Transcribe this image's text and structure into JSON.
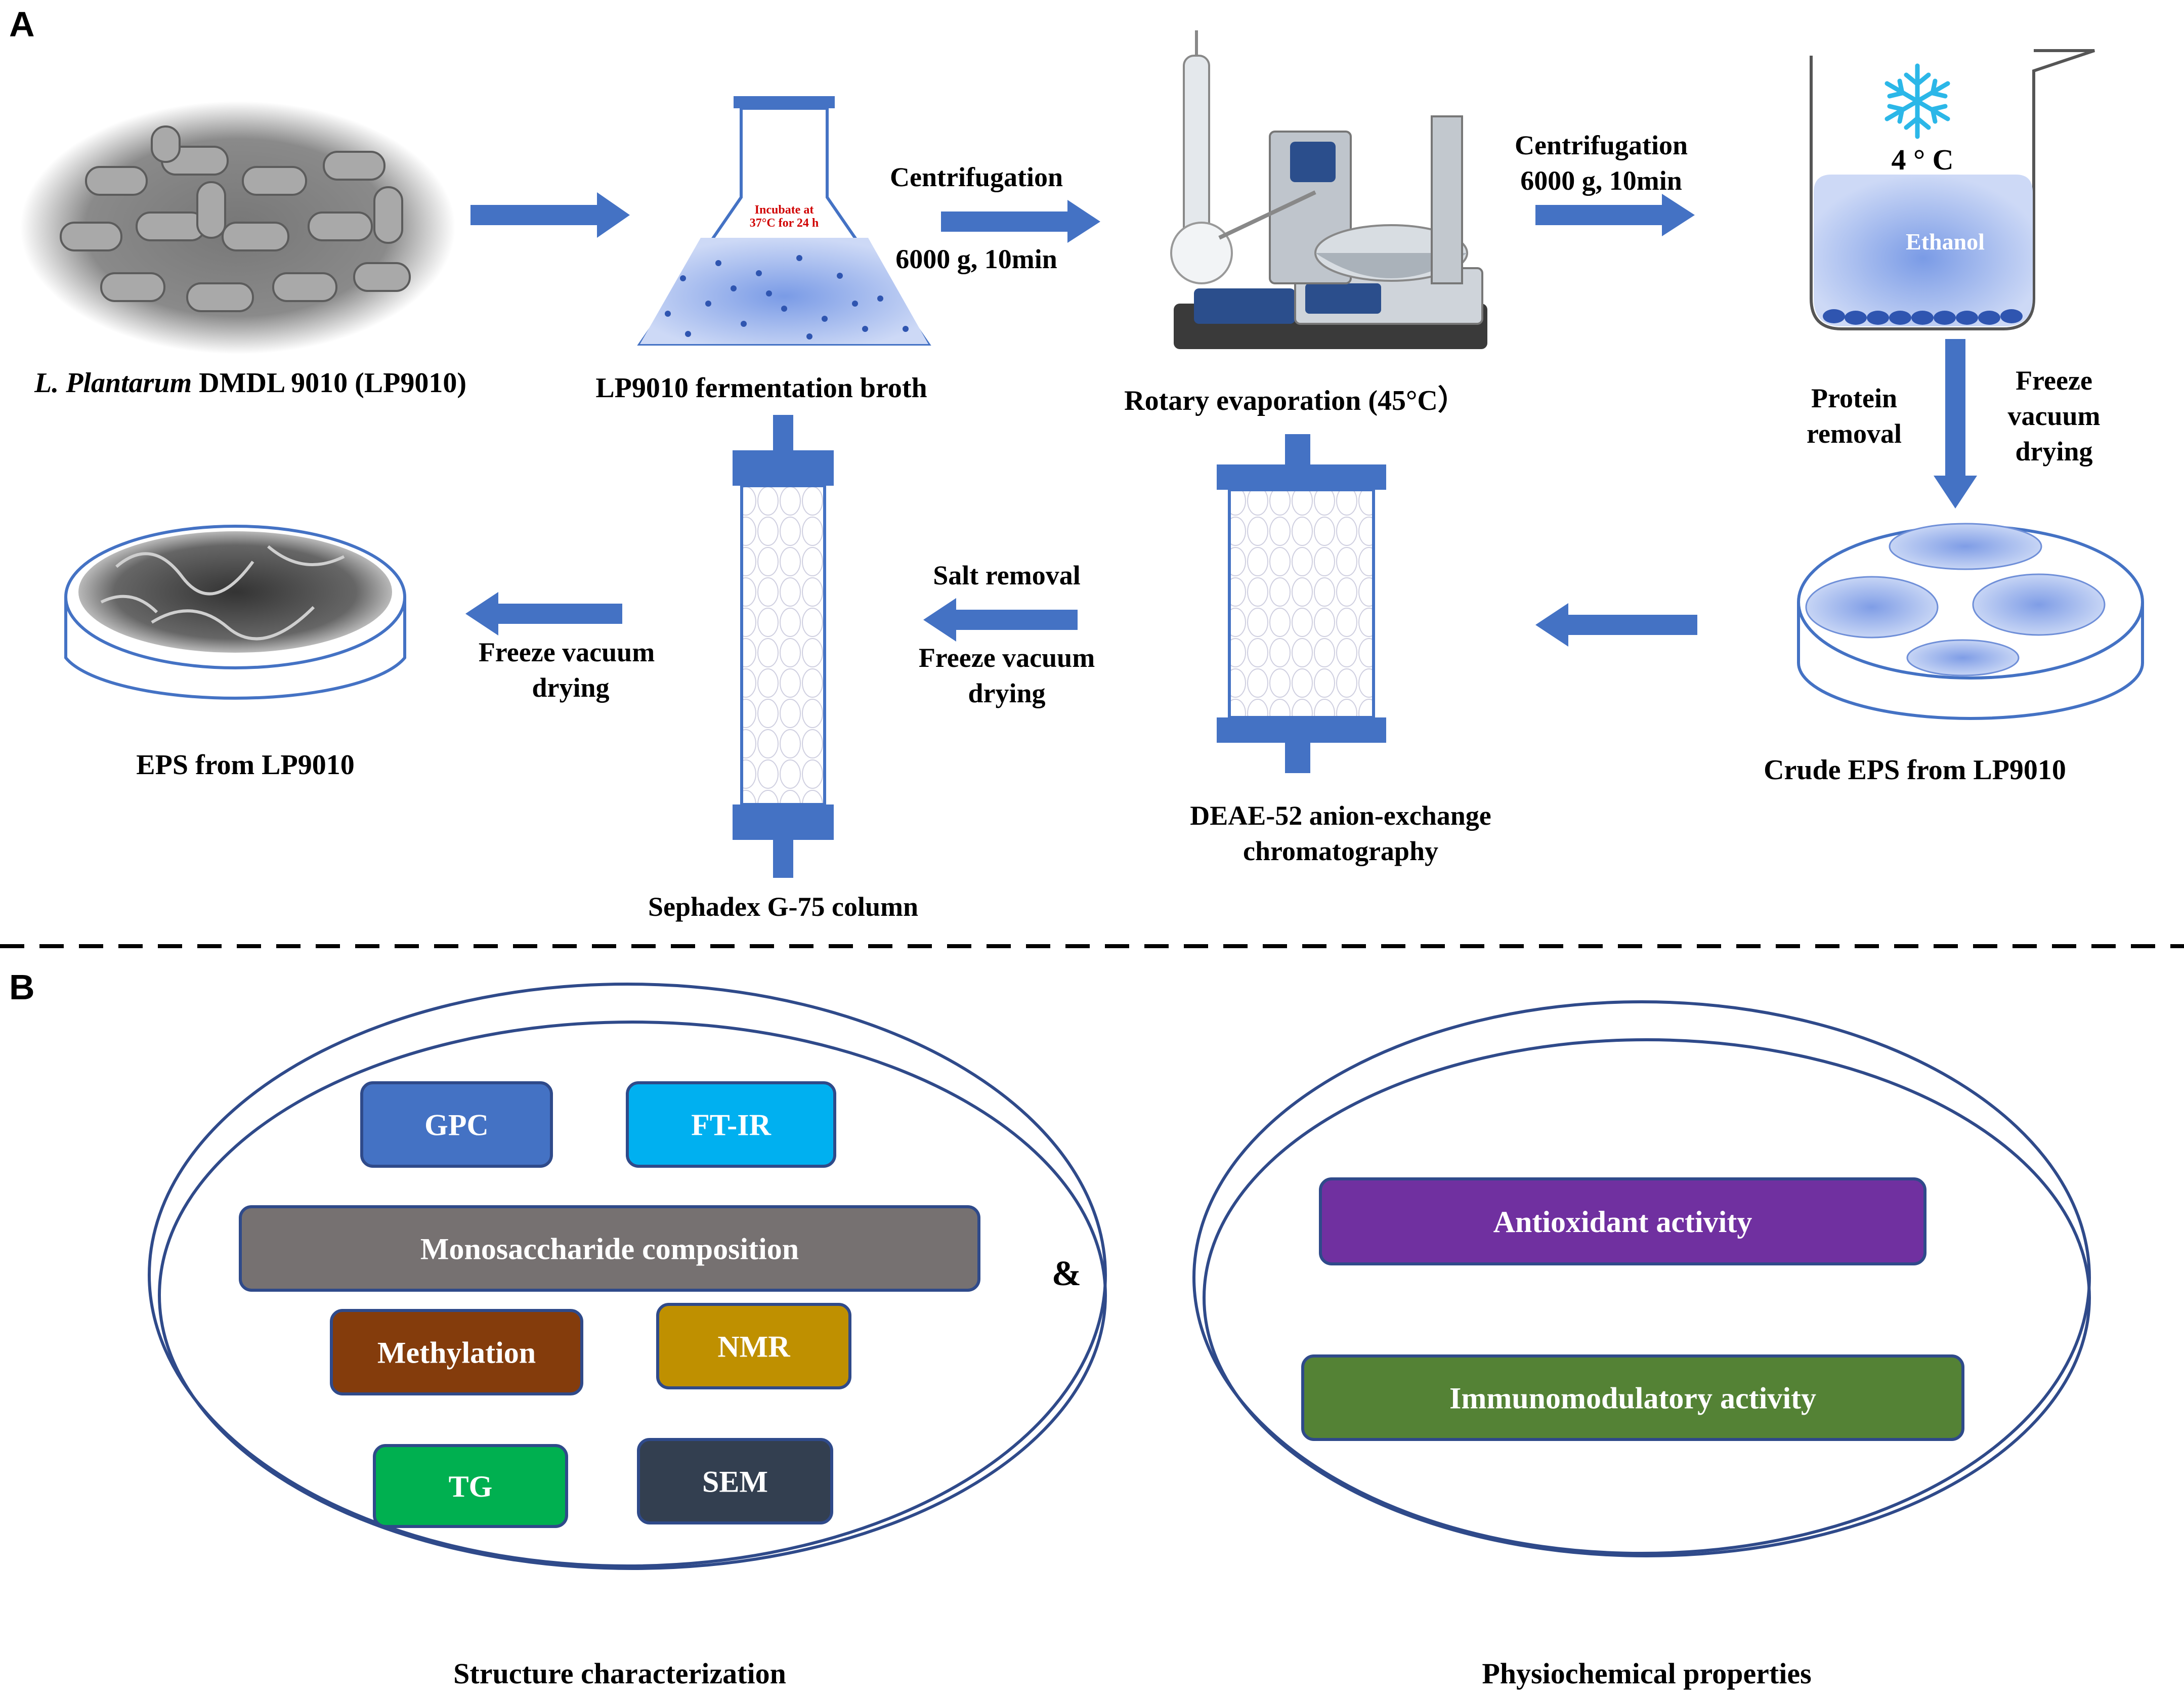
{
  "panel_a": {
    "label": "A",
    "step1_caption_italic": "L. Plantarum",
    "step1_caption_rest": " DMDL 9010 (LP9010)",
    "flask_label_line1": "Incubate at",
    "flask_label_line2": "37°C for 24 h",
    "step2_caption": "LP9010 fermentation broth",
    "arrow1_top": "Centrifugation",
    "arrow1_bottom": "6000 g, 10min",
    "step3_caption": "Rotary evaporation (45°C）",
    "arrow2_line1": "Centrifugation",
    "arrow2_line2": "6000 g, 10min",
    "beaker_temp": "4 ° C",
    "beaker_liquid": "Ethanol",
    "down_left_line1": "Protein",
    "down_left_line2": "removal",
    "down_right_line1": "Freeze",
    "down_right_line2": "vacuum",
    "down_right_line3": "drying",
    "step5_caption": "Crude EPS from LP9010",
    "deae_line1": "DEAE-52 anion-exchange",
    "deae_line2": "chromatography",
    "mid_arrow_top": "Salt removal",
    "mid_arrow_line2": "Freeze vacuum",
    "mid_arrow_line3": "drying",
    "sephadex_caption": "Sephadex G-75 column",
    "left_arrow_line1": "Freeze vacuum",
    "left_arrow_line2": "drying",
    "final_caption": "EPS from LP9010"
  },
  "panel_b": {
    "label": "B",
    "ampersand": "&",
    "left_group": {
      "caption": "Structure characterization",
      "boxes": [
        {
          "label": "GPC",
          "color": "#4472C4"
        },
        {
          "label": "FT-IR",
          "color": "#00B0F0"
        },
        {
          "label": "Monosaccharide composition",
          "color": "#767171"
        },
        {
          "label": "Methylation",
          "color": "#843C0C"
        },
        {
          "label": "NMR",
          "color": "#BF9000"
        },
        {
          "label": "TG",
          "color": "#00B050"
        },
        {
          "label": "SEM",
          "color": "#333F50"
        }
      ]
    },
    "right_group": {
      "caption": "Physiochemical properties",
      "boxes": [
        {
          "label": "Antioxidant activity",
          "color": "#7030A0"
        },
        {
          "label": "Immunomodulatory activity",
          "color": "#548235"
        }
      ]
    }
  },
  "colors": {
    "arrow": "#4472C4",
    "ellipse_stroke": "#2F4A8A",
    "box_border": "#2F4A8A",
    "flask_label": "#D00000"
  }
}
